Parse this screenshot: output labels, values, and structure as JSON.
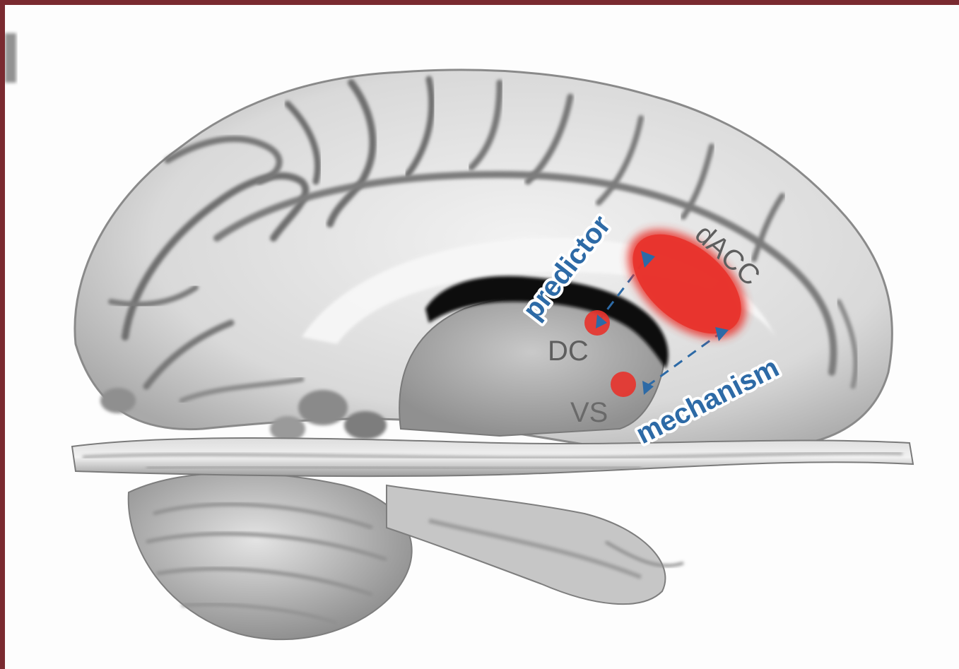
{
  "labels": {
    "dacc": "dACC",
    "dc": "DC",
    "vs": "VS",
    "predictor": "predictor",
    "mechanism": "mechanism"
  },
  "colors": {
    "frame": "#7a2a30",
    "region_fill": "#e8322b",
    "pathway": "#2d6aa6",
    "region_text": "#5e5e5e",
    "brain_light": "#e6e6e6",
    "brain_dark": "#8c8c8c",
    "ventricle": "#0c0c0c"
  }
}
